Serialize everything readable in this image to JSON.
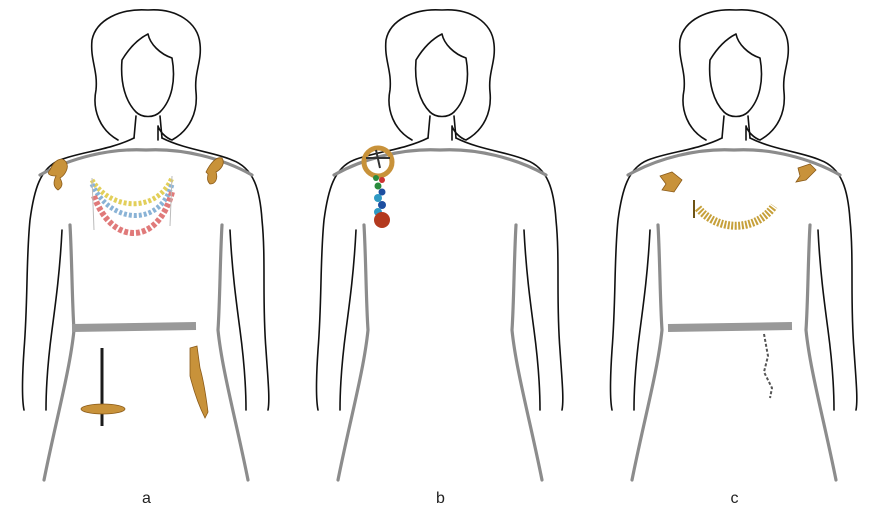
{
  "panels": [
    {
      "label": "a"
    },
    {
      "label": "b"
    },
    {
      "label": "c"
    }
  ],
  "colors": {
    "bronze": "#c8923a",
    "dress": "#8c8c8c",
    "outline": "#111111"
  }
}
